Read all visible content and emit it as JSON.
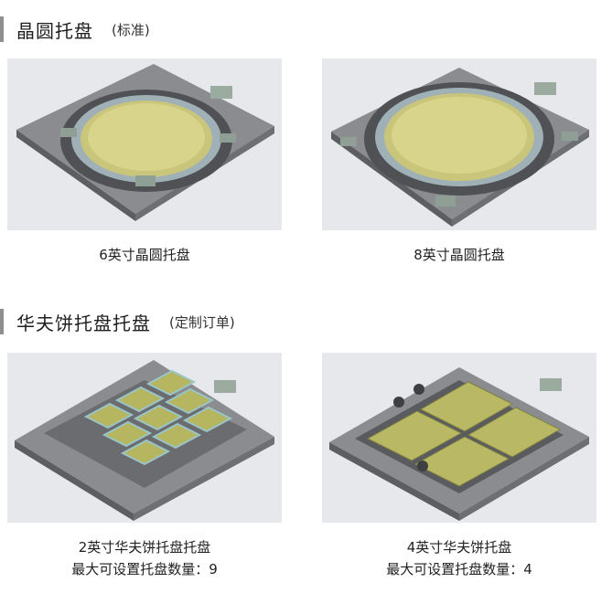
{
  "sections": [
    {
      "title": "晶圆托盘",
      "note": "(标准)"
    },
    {
      "title": "华夫饼托盘托盘",
      "note": "(定制订单)"
    }
  ],
  "items": [
    {
      "caption": "6英寸晶圆托盘",
      "extra": ""
    },
    {
      "caption": "8英寸晶圆托盘",
      "extra": ""
    },
    {
      "caption": "2英寸华夫饼托盘托盘",
      "extra": "最大可设置托盘数量：9"
    },
    {
      "caption": "4英寸华夫饼托盘",
      "extra": "最大可设置托盘数量：4"
    }
  ]
}
